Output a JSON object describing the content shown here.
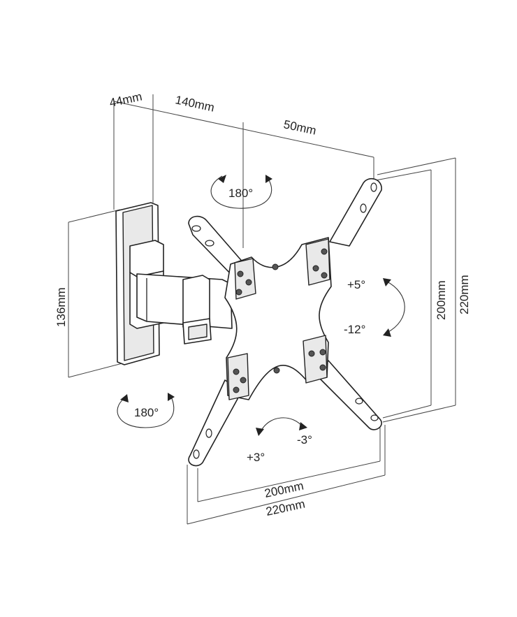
{
  "dimensions": {
    "wall_plate_depth": "44mm",
    "arm_extension": "140mm",
    "plate_offset": "50mm",
    "wall_plate_height": "136mm",
    "vesa_vertical_inner": "200mm",
    "vesa_vertical_outer": "220mm",
    "vesa_horizontal_inner": "200mm",
    "vesa_horizontal_outer": "220mm"
  },
  "angles": {
    "top_swivel": "180°",
    "bottom_swivel": "180°",
    "tilt_up": "+5°",
    "tilt_down": "-12°",
    "rotate_pos": "+3°",
    "rotate_neg": "-3°"
  }
}
